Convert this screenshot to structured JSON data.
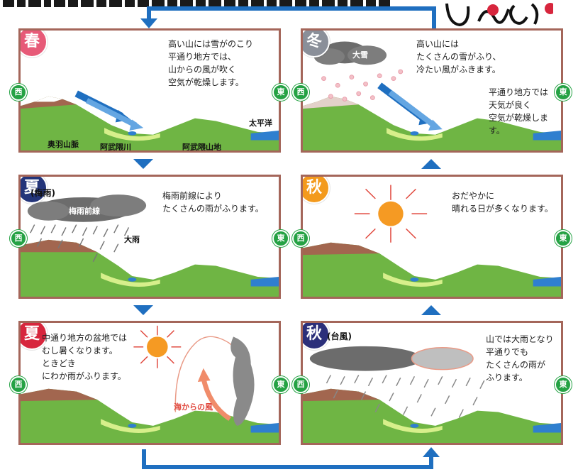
{
  "header": {
    "partial_title": ""
  },
  "panels": [
    {
      "id": "spring",
      "season_char": "春",
      "sub_tag": "",
      "description": "高い山には雪がのこり\n平通り地方では、\n山からの風が吹く\n空気が乾燥します。",
      "labels": [
        "奥羽山脈",
        "阿武隈川",
        "阿武隈山地",
        "太平洋"
      ]
    },
    {
      "id": "winter",
      "season_char": "冬",
      "sub_tag": "",
      "description": "高い山には\nたくさんの雪がふり、\n冷たい風がふきます。",
      "description2": "平通り地方では\n天気が良く\n空気が乾燥します。",
      "labels": [
        "大雪"
      ]
    },
    {
      "id": "summer-rainy",
      "season_char": "夏",
      "sub_tag": "(梅雨)",
      "description": "梅雨前線により\nたくさんの雨がふります。",
      "labels": [
        "梅雨前線",
        "大雨"
      ]
    },
    {
      "id": "autumn-clear",
      "season_char": "秋",
      "sub_tag": "",
      "description": "おだやかに\n晴れる日が多くなります。",
      "labels": []
    },
    {
      "id": "summer-hot",
      "season_char": "夏",
      "sub_tag": "",
      "description": "中通り地方の盆地では\nむし暑くなります。\nときどき\nにわか雨がふります。",
      "labels": [
        "海からの風"
      ]
    },
    {
      "id": "autumn-typhoon",
      "season_char": "秋",
      "sub_tag": "(台風)",
      "description": "山では大雨となり\n平通りでも\nたくさんの雨が\nふります。",
      "labels": []
    }
  ],
  "side_markers": [
    "西",
    "東"
  ],
  "colors": {
    "panel_border": "#a4665a",
    "arrow_blue": "#1f6fc0",
    "ground_green": "#6fb544",
    "mountain_brown": "#a2664f",
    "sea_blue": "#2f7fcf",
    "sun_orange": "#f59a23",
    "cloud_gray": "#6c6c6c",
    "wind_salmon": "#f08c6a"
  }
}
